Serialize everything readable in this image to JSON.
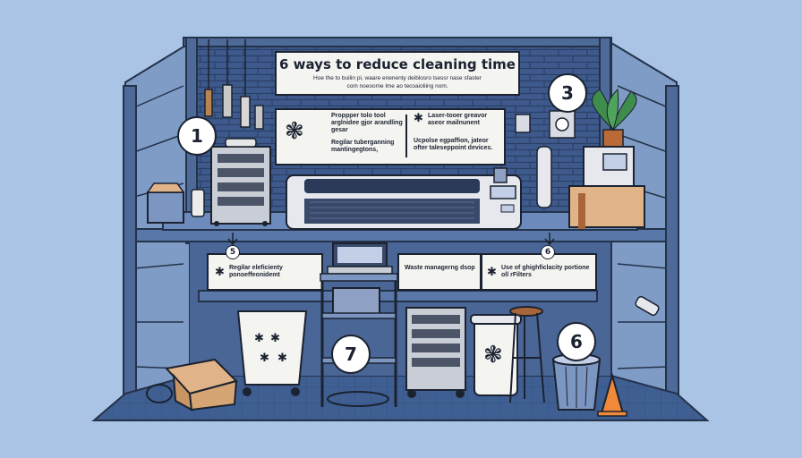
{
  "banner": {
    "title": "6 ways to reduce cleaning time",
    "subtitle_line1": "Hoe the to builin pi, waare enenenty deiblosro lsessr nase sfaster",
    "subtitle_line2": "com noeoome lme ao tecoaioliing nom."
  },
  "wall_panel": {
    "left_text1": "Proppper tolo tool arglnidee gjor arandling gesar",
    "left_text2": "Regilar tuberganning mantingegtons,",
    "right_text1": "Laser-tooer greavor aseor mailnunent",
    "right_text2": "Ucpolse egpaffion, jateor ofter taleseppoint devices."
  },
  "shelf_labels": [
    {
      "text": "Regilar eleficienty ponoeffeonidemt"
    },
    {
      "text": "Waste managerng dsop"
    },
    {
      "text": "Use of ghighficlacity portione oll rFilters"
    }
  ],
  "numbers": {
    "n1": "1",
    "n3": "3",
    "n5": "5",
    "n6_small": "6",
    "n6_large": "6",
    "n7": "7"
  },
  "icons": {
    "gear": "✱",
    "flower": "❃"
  },
  "colors": {
    "background": "#a9c4e4",
    "frame": "#4d6a99",
    "frame_dark": "#24324a",
    "wall": "#3e5a8c",
    "counter": "#5978a9",
    "floor": "#3f5f93",
    "panel": "#f4f4f1",
    "ink": "#1b2230",
    "box": "#e0b488",
    "wood": "#a8653a",
    "plant": "#3e8d4c"
  }
}
